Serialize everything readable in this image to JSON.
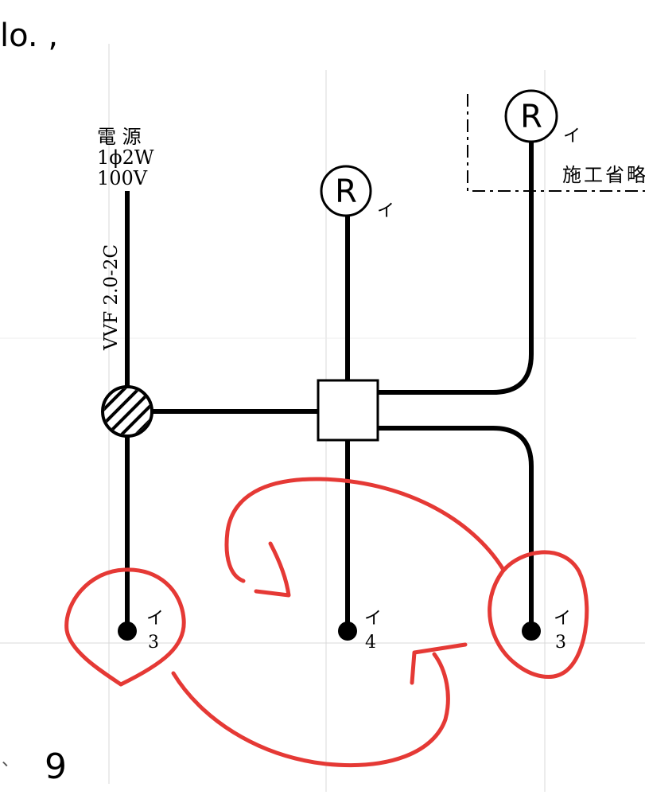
{
  "header_fragment": "lo. ,",
  "power_source": {
    "line1": "電 源",
    "line2": "1ϕ2W",
    "line3": "100V"
  },
  "cable_label": "VVF 2.0-2C",
  "lamps": [
    {
      "symbol": "R",
      "label": "イ"
    },
    {
      "symbol": "R",
      "label": "イ"
    }
  ],
  "switches": [
    {
      "label": "イ",
      "type": "3"
    },
    {
      "label": "イ",
      "type": "4"
    },
    {
      "label": "イ",
      "type": "3"
    }
  ],
  "omitted_note": "施工省略",
  "footer": {
    "mark": "、",
    "number": "9"
  },
  "colors": {
    "wire": "#000000",
    "annotation": "#e53935",
    "grid": "#d9d9d9"
  }
}
